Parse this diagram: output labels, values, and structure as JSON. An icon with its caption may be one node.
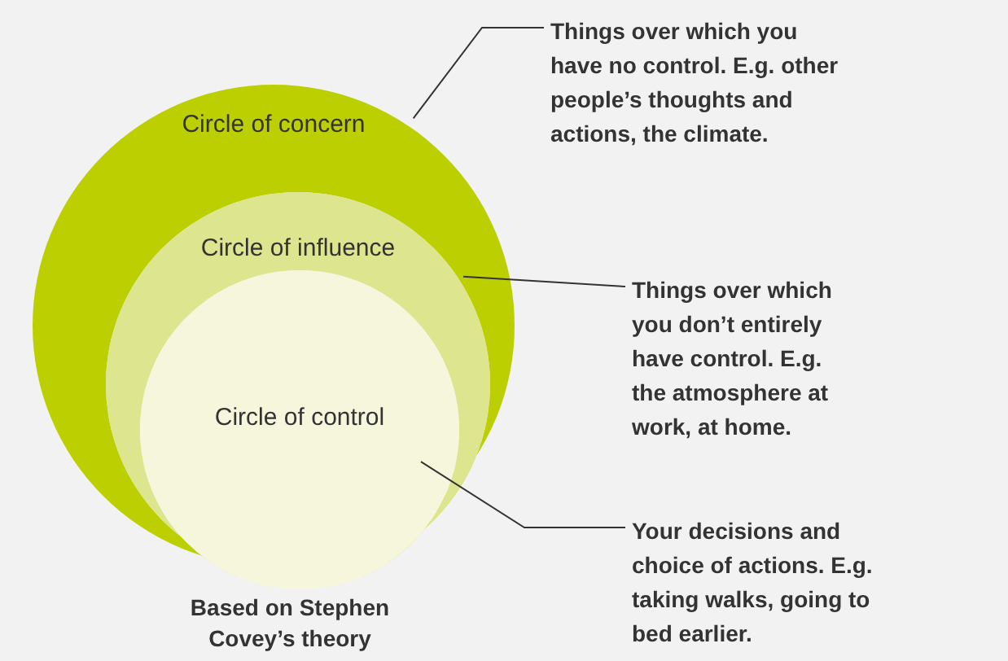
{
  "diagram": {
    "nodes": [
      {
        "text": [
          "Circle of concern"
        ]
      },
      {
        "text": [
          "Circle of influence"
        ],
        "in": 0
      },
      {
        "text": [
          "Circle of control"
        ],
        "in": 1
      },
      {
        "text": [
          "Things over which you have no control. E.g. other people’s thoughts and actions, the climate."
        ]
      },
      {
        "text": [
          "Things over which you don’t entirely have control. E.g. the atmosphere at work, at home."
        ]
      },
      {
        "text": [
          "Your decisions and choice of actions. E.g. taking walks, going to bed earlier."
        ]
      }
    ],
    "edges": [
      {
        "from": 3,
        "to": 0,
        "arrow": "none"
      },
      {
        "from": 4,
        "to": 1,
        "arrow": "none"
      },
      {
        "from": 5,
        "to": 2,
        "arrow": "none"
      }
    ],
    "labels": [
      "Based on Stephen Covey’s theory"
    ]
  }
}
